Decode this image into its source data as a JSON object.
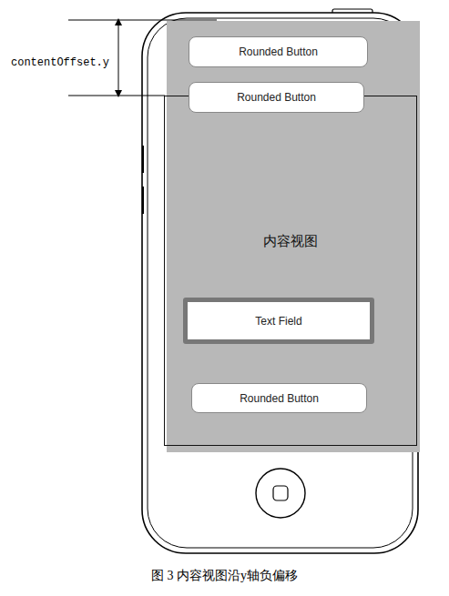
{
  "diagram": {
    "caption": "图 3 内容视图沿y轴负偏移",
    "nodes": [
      {
        "text": [
          "Rounded Button"
        ]
      },
      {
        "text": [
          "Rounded Button"
        ]
      },
      {
        "text": [
          "内容视图"
        ]
      },
      {
        "text": [
          "Text Field"
        ],
        "in": 2
      },
      {
        "text": [
          "Rounded Button"
        ],
        "in": 2
      }
    ],
    "labels": [
      "contentOffset.y"
    ]
  }
}
